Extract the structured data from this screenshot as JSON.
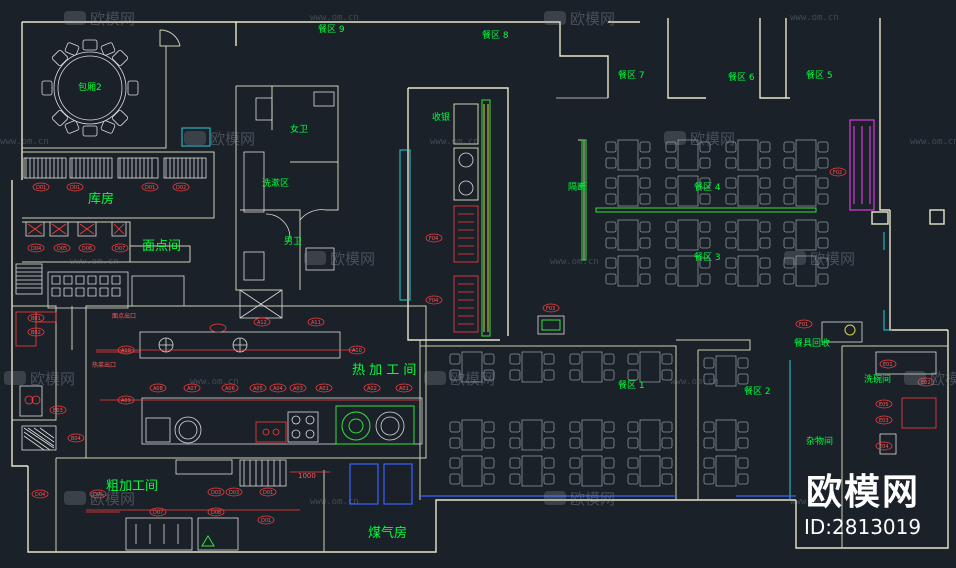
{
  "rooms": {
    "private_room": "包厢2",
    "storage": "库房",
    "pastry": "面点间",
    "female_wc": "女卫",
    "washroom": "洗漱区",
    "male_wc": "男卫",
    "cashier": "收银",
    "partition": "隔断",
    "hot_kitchen": "热 加 工 间",
    "rough_kitchen": "粗加工间",
    "gas_room": "煤气房",
    "dishwash": "洗碗间",
    "utility": "杂物间",
    "dish_return": "餐具回收",
    "pastry_out": "面点出口",
    "hot_out": "热菜出口"
  },
  "dining": {
    "d1": "餐区 1",
    "d2": "餐区 2",
    "d3": "餐区 3",
    "d4": "餐区 4",
    "d5": "餐区 5",
    "d6": "餐区 6",
    "d7": "餐区 7",
    "d8": "餐区 8",
    "d9": "餐区 9"
  },
  "tags": {
    "d01": "D01",
    "d02": "D02",
    "d03": "D03",
    "d04": "D04",
    "d05": "D05",
    "d06": "D06",
    "d07": "D07",
    "d08": "D08",
    "b01": "B01",
    "b02": "B02",
    "b03": "B03",
    "b04": "B04",
    "f01": "F01",
    "f02": "F02",
    "f03": "F03",
    "f04": "F04",
    "e01": "E01",
    "e02": "E02",
    "e03": "E03",
    "e04": "E04",
    "e05": "E05",
    "a01": "A01",
    "a02": "A02",
    "a03": "A03",
    "a04": "A04",
    "a05": "A05",
    "a06": "A06",
    "a07": "A07",
    "a08": "A08",
    "a09": "A09",
    "a10": "A10",
    "a11": "A11",
    "a12": "A12"
  },
  "dimension": "1000",
  "watermark": {
    "logo_text": "欧模网",
    "url": "www.om.cn",
    "brand": "欧模网",
    "id": "ID:2813019"
  },
  "colors": {
    "background": "#1b2129",
    "walls": "#e8e6c8",
    "labels": "#00ff3c",
    "annotations": "#ff3b3b"
  }
}
